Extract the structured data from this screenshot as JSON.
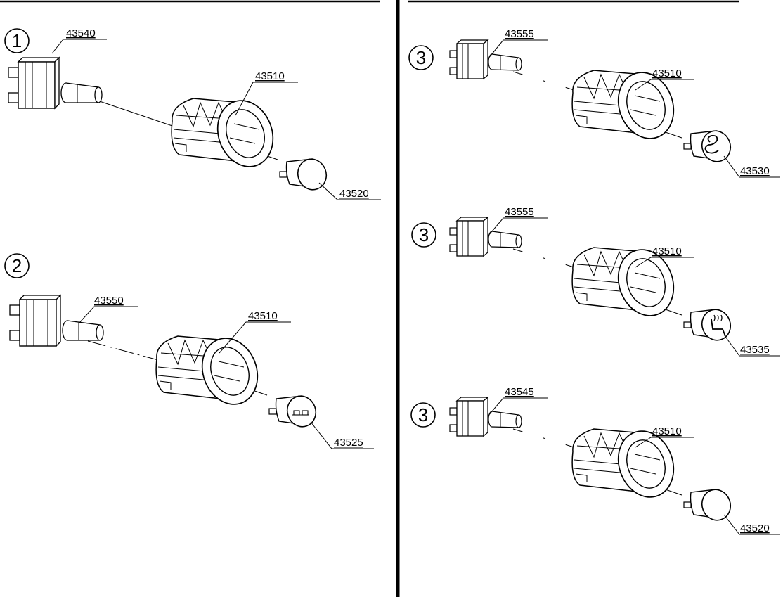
{
  "page": {
    "background": "#ffffff",
    "line_color": "#000000"
  },
  "assemblies": [
    {
      "id": "a1",
      "badge": "1",
      "parts": {
        "switch": "43540",
        "bezel": "43510",
        "cap": "43520"
      },
      "cap_icon": "none"
    },
    {
      "id": "a2",
      "badge": "2",
      "parts": {
        "switch": "43550",
        "bezel": "43510",
        "cap": "43525"
      },
      "cap_icon": "squares-icon"
    },
    {
      "id": "a3",
      "badge": "3",
      "parts": {
        "switch": "43555",
        "bezel": "43510",
        "cap": "43530"
      },
      "cap_icon": "swirl-icon"
    },
    {
      "id": "a4",
      "badge": "3",
      "parts": {
        "switch": "43555",
        "bezel": "43510",
        "cap": "43535"
      },
      "cap_icon": "seat-heater-icon"
    },
    {
      "id": "a5",
      "badge": "3",
      "parts": {
        "switch": "43545",
        "bezel": "43510",
        "cap": "43520"
      },
      "cap_icon": "none"
    }
  ]
}
